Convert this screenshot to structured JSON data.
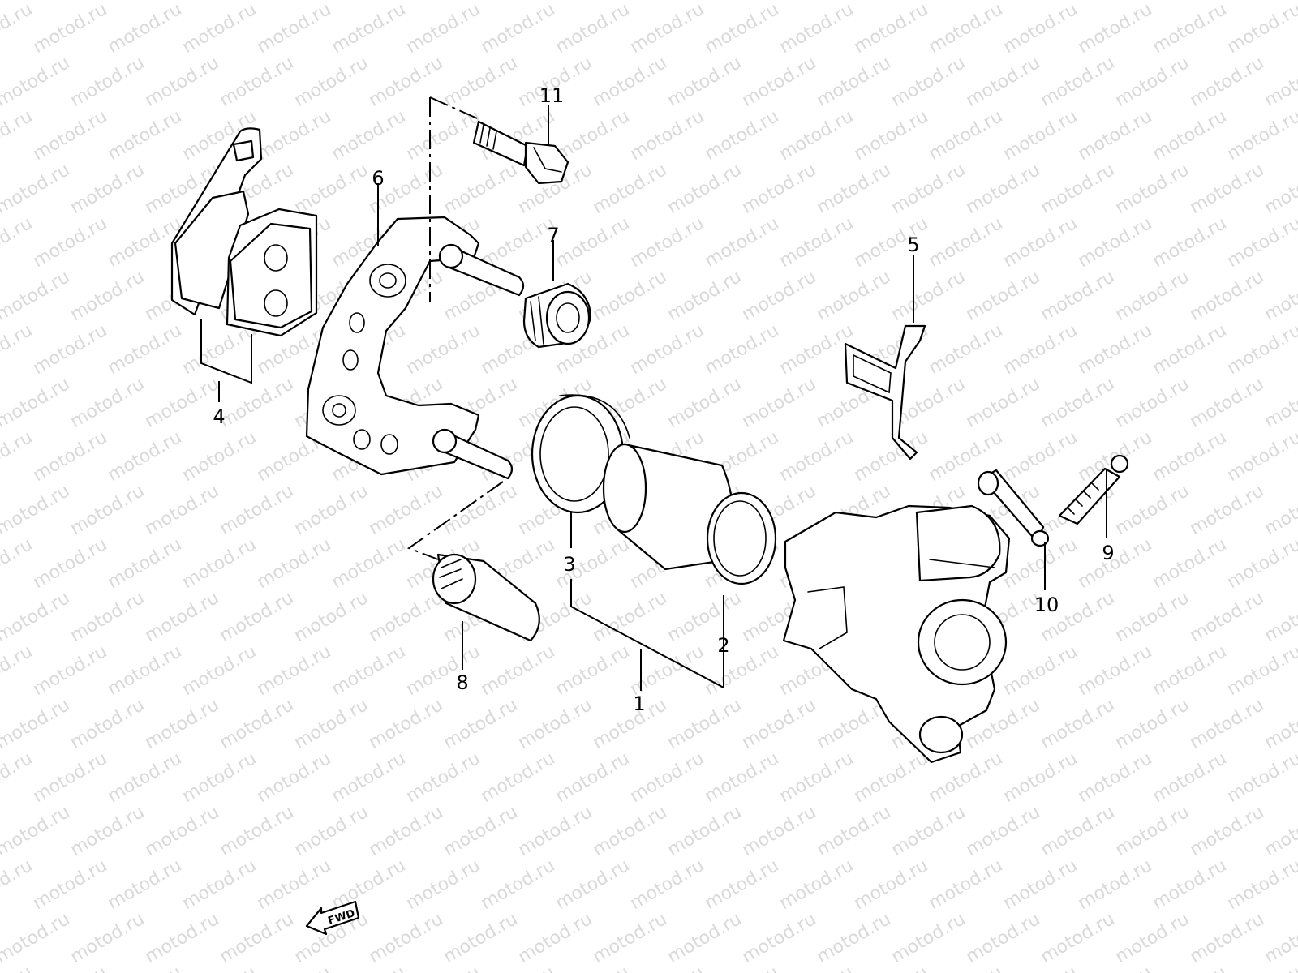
{
  "watermark": "motod.ru",
  "callouts": [
    {
      "id": "1",
      "text": "1"
    },
    {
      "id": "2",
      "text": "2"
    },
    {
      "id": "3",
      "text": "3"
    },
    {
      "id": "4",
      "text": "4"
    },
    {
      "id": "5",
      "text": "5"
    },
    {
      "id": "6",
      "text": "6"
    },
    {
      "id": "7",
      "text": "7"
    },
    {
      "id": "8",
      "text": "8"
    },
    {
      "id": "9",
      "text": "9"
    },
    {
      "id": "10",
      "text": "10"
    },
    {
      "id": "11",
      "text": "11"
    }
  ],
  "direction_arrow": {
    "label": "FWD"
  },
  "colors": {
    "line": "#000000",
    "watermark": "#d9d9d9",
    "background": "#ffffff"
  }
}
